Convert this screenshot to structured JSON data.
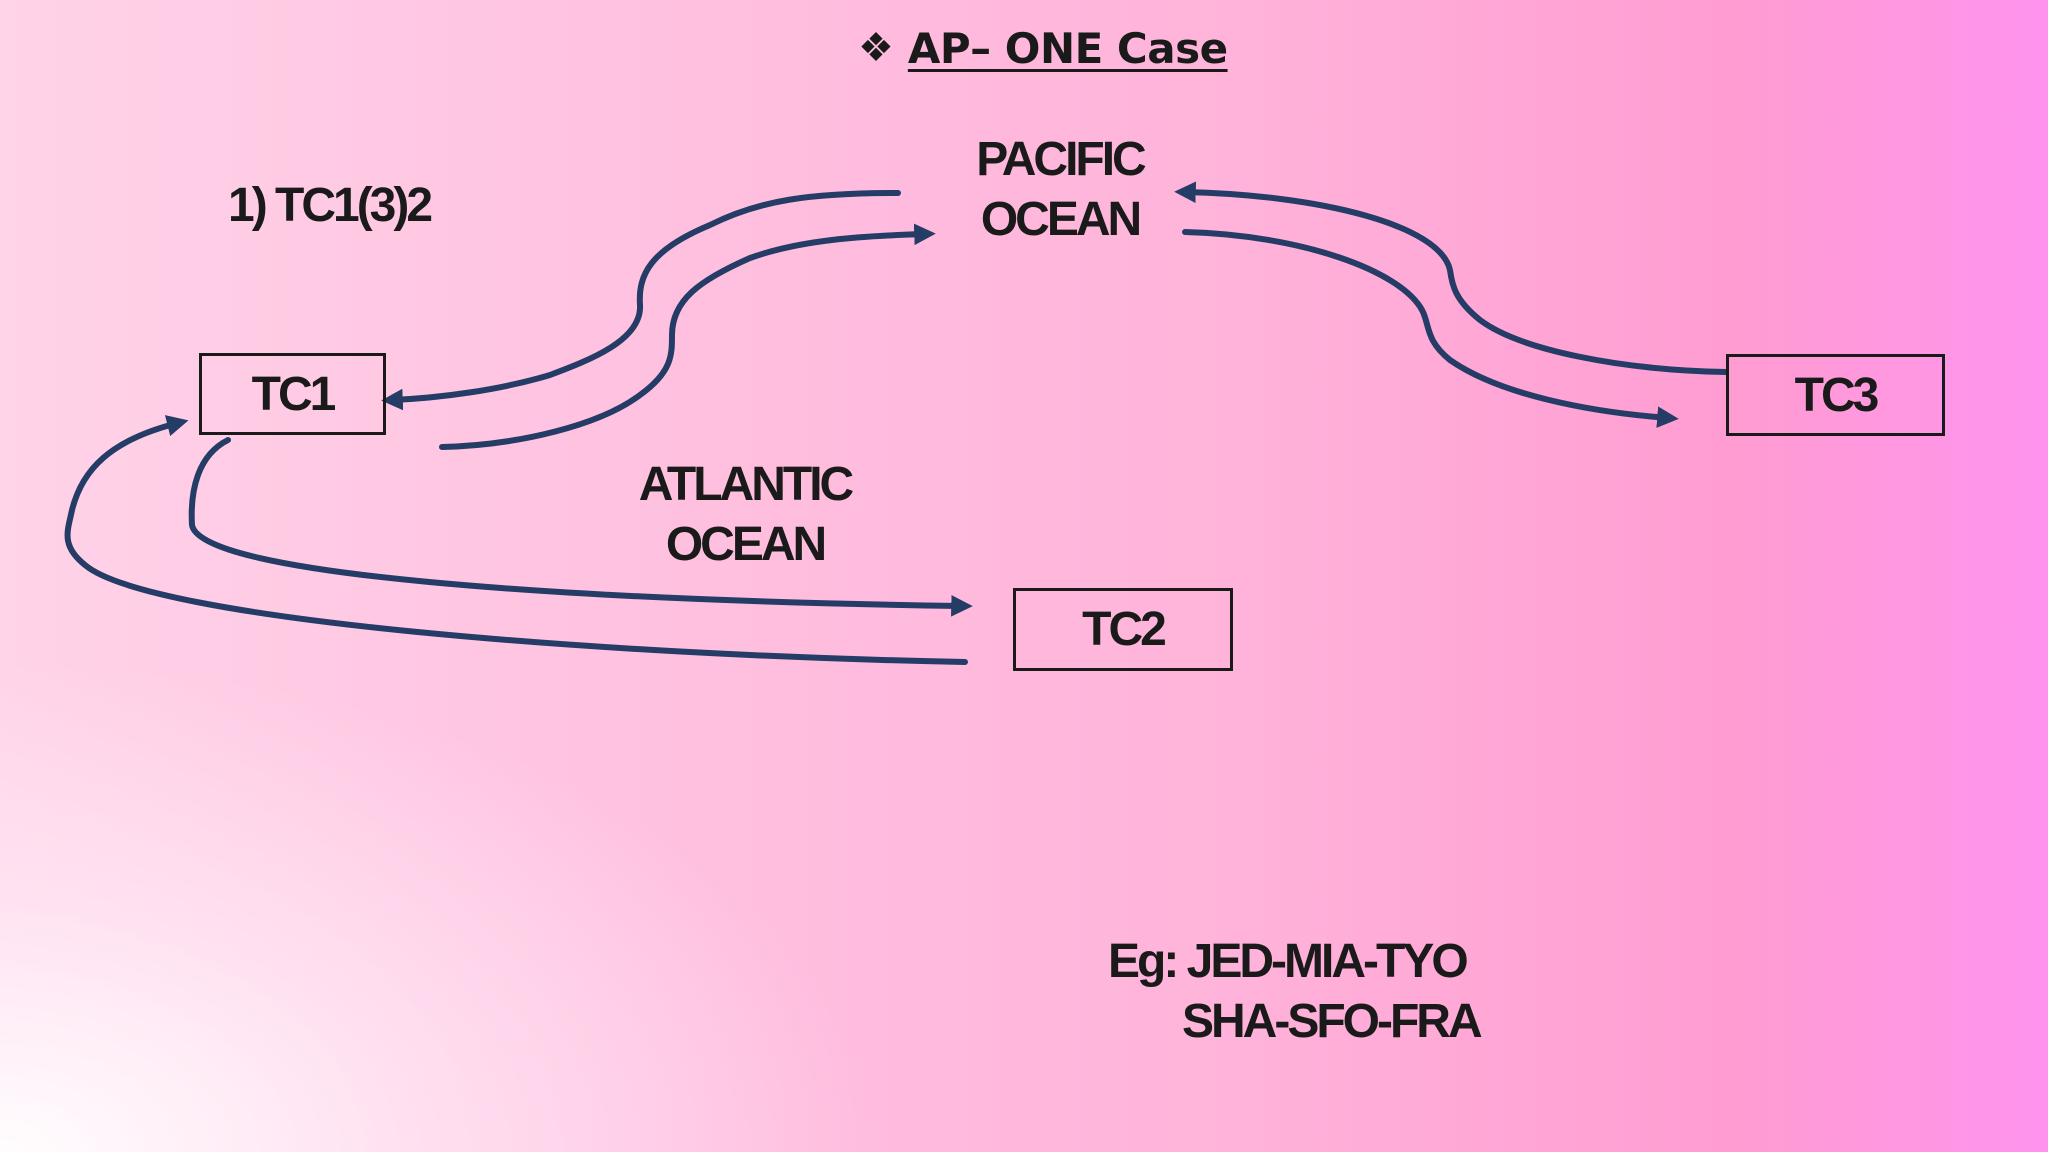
{
  "title": {
    "bullet": "❖",
    "text": "AP– ONE Case"
  },
  "case_label": "1) TC1(3)2",
  "oceans": {
    "pacific": [
      "PACIFIC",
      "OCEAN"
    ],
    "atlantic": [
      "ATLANTIC",
      "OCEAN"
    ]
  },
  "boxes": {
    "tc1": "TC1",
    "tc2": "TC2",
    "tc3": "TC3"
  },
  "example": {
    "line1": "Eg: JED-MIA-TYO",
    "line2": "SHA-SFO-FRA"
  },
  "colors": {
    "arrow": "#243c66",
    "text": "#1a1a1a"
  }
}
